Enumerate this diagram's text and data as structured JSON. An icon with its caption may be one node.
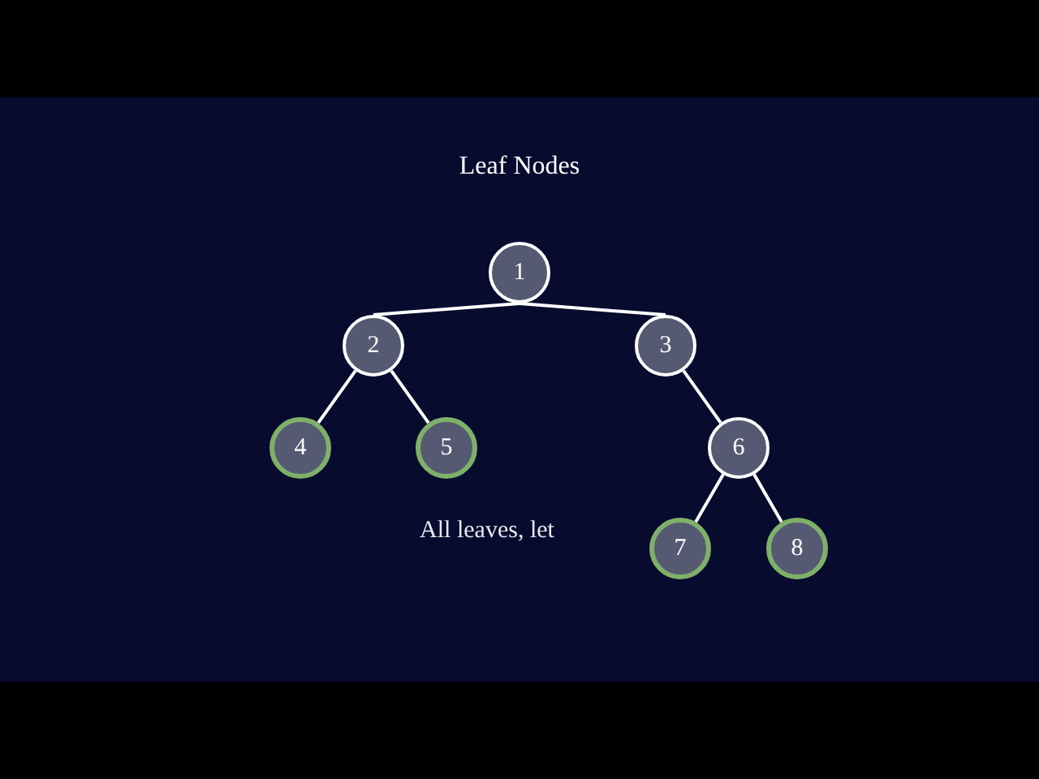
{
  "diagram": {
    "title": "Leaf Nodes",
    "nodes": [
      {
        "text": [
          "1"
        ]
      },
      {
        "text": [
          "2"
        ]
      },
      {
        "text": [
          "3"
        ]
      },
      {
        "text": [
          "4"
        ]
      },
      {
        "text": [
          "5"
        ]
      },
      {
        "text": [
          "6"
        ]
      },
      {
        "text": [
          "7"
        ]
      },
      {
        "text": [
          "8"
        ]
      }
    ],
    "edges": [
      {
        "from": 0,
        "to": 1,
        "arrow": "none"
      },
      {
        "from": 0,
        "to": 2,
        "arrow": "none"
      },
      {
        "from": 1,
        "to": 3,
        "arrow": "none"
      },
      {
        "from": 1,
        "to": 4,
        "arrow": "none"
      },
      {
        "from": 2,
        "to": 5,
        "arrow": "none"
      },
      {
        "from": 5,
        "to": 6,
        "arrow": "none"
      },
      {
        "from": 5,
        "to": 7,
        "arrow": "none"
      }
    ],
    "labels": [
      "All leaves, let"
    ]
  }
}
